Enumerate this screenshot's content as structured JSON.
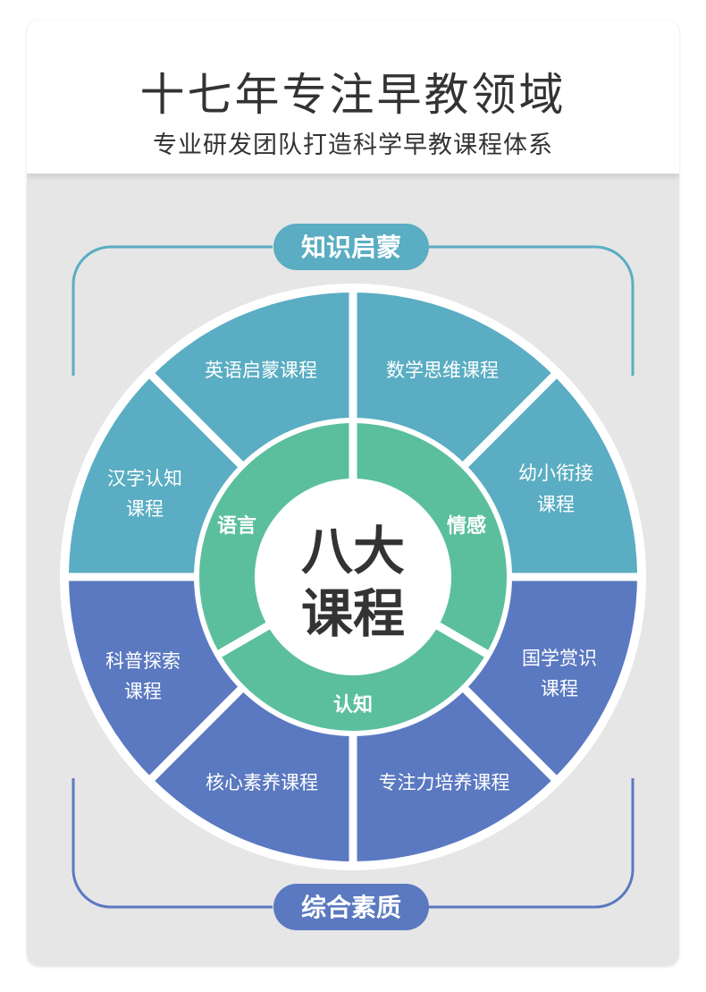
{
  "header": {
    "title": "十七年专注早教领域",
    "subtitle": "专业研发团队打造科学早教课程体系"
  },
  "brackets": {
    "top_label": "知识启蒙",
    "bottom_label": "综合素质"
  },
  "center": {
    "line1": "八大",
    "line2": "课程"
  },
  "inner_ring": {
    "language": "语言",
    "emotion": "情感",
    "cognition": "认知"
  },
  "courses": {
    "english": "英语启蒙课程",
    "math": "数学思维课程",
    "chinese_line1": "汉字认知",
    "chinese_line2": "课程",
    "transition_line1": "幼小衔接",
    "transition_line2": "课程",
    "science_line1": "科普探索",
    "science_line2": "课程",
    "guoxue_line1": "国学赏识",
    "guoxue_line2": "课程",
    "core": "核心素养课程",
    "focus": "专注力培养课程"
  },
  "colors": {
    "teal": "#5aadc2",
    "blue": "#5b79c1",
    "green": "#5bbf9e",
    "bracket_top": "#5aadc2",
    "bracket_bottom": "#5b79c1"
  }
}
